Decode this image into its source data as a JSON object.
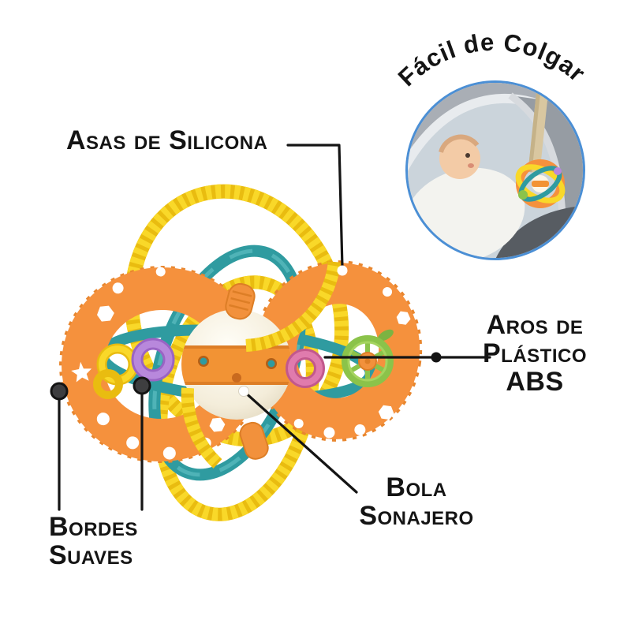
{
  "labels": {
    "handles": {
      "text": "Asas de Silicona"
    },
    "hang": {
      "text": "Fácil de Colgar"
    },
    "abs_rings": {
      "lines": [
        "Aros de",
        "Plástico",
        "ABS"
      ]
    },
    "rattle_ball": {
      "lines": [
        "Bola",
        "Sonajero"
      ]
    },
    "soft_edges": {
      "lines": [
        "Bordes",
        "Suaves"
      ]
    }
  },
  "colors": {
    "text": "#141414",
    "leader_line": "#141414",
    "orange_disc": "#F5913D",
    "orange_dark": "#DD7E26",
    "yellow_ring": "#F9D829",
    "yellow_dark": "#E9BC10",
    "teal_ring": "#2F9BA0",
    "purple_ring": "#B888DC",
    "pink_ring": "#E07BAD",
    "green_gear": "#8BC34A",
    "ball_cream": "#F4EDDA",
    "inset_border": "#4B8FD5",
    "background": "#FFFFFF"
  }
}
